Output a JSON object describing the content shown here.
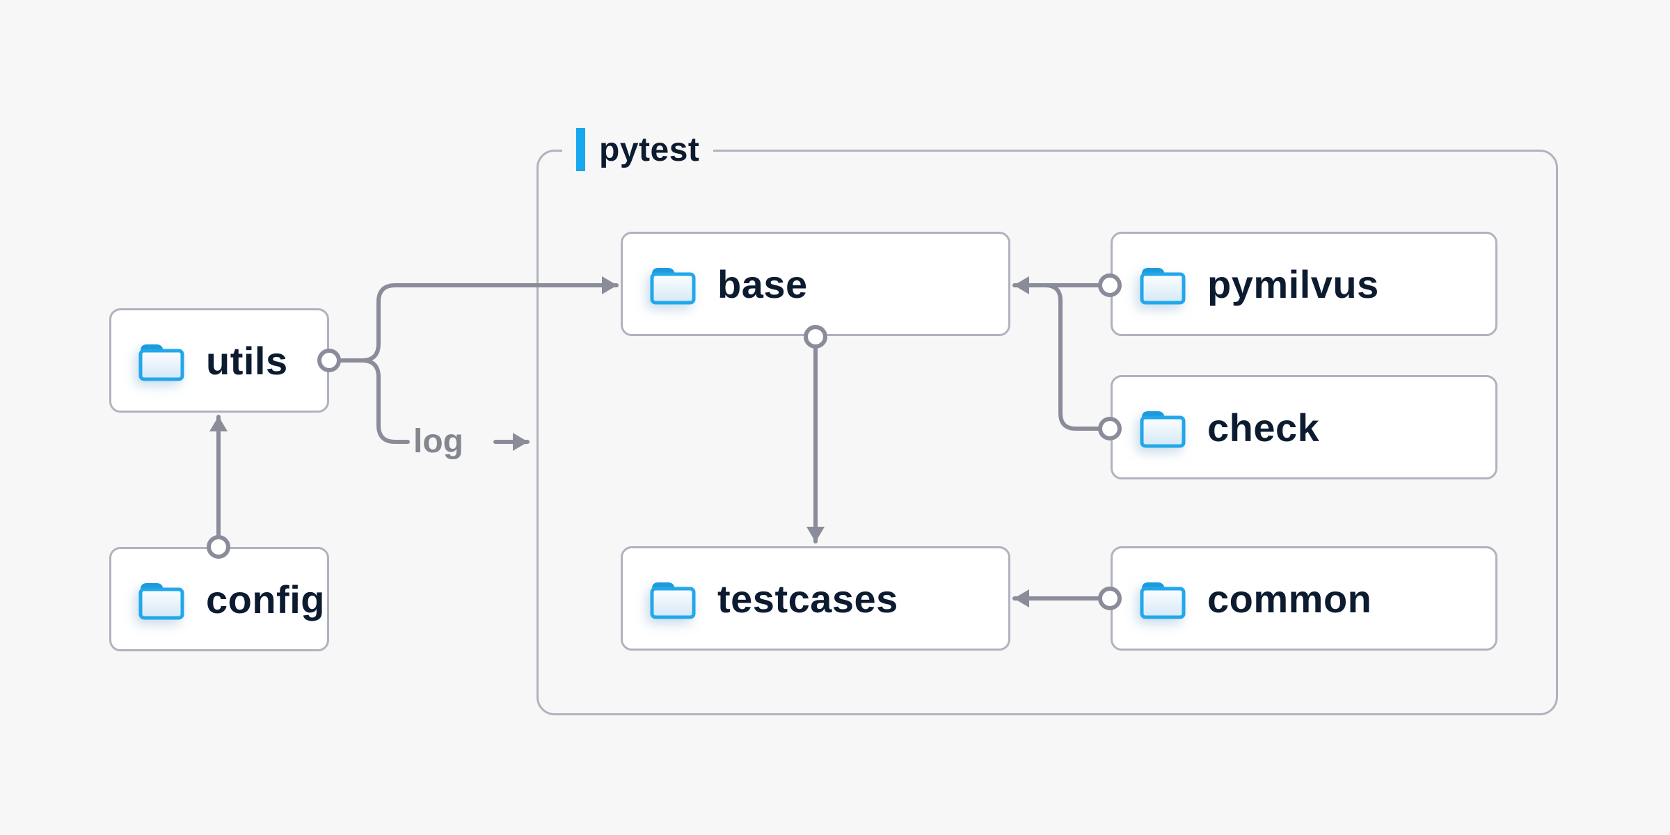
{
  "diagram": {
    "background_color": "#F7F7F8",
    "group": {
      "label": "pytest",
      "accent_color": "#16A7EF",
      "border_color": "#B1B2BF"
    },
    "nodes": [
      {
        "id": "utils",
        "label": "utils",
        "icon": "folder-icon",
        "inside_group": false
      },
      {
        "id": "config",
        "label": "config",
        "icon": "folder-icon",
        "inside_group": false
      },
      {
        "id": "base",
        "label": "base",
        "icon": "folder-icon",
        "inside_group": true
      },
      {
        "id": "pymilvus",
        "label": "pymilvus",
        "icon": "folder-icon",
        "inside_group": true
      },
      {
        "id": "check",
        "label": "check",
        "icon": "folder-icon",
        "inside_group": true
      },
      {
        "id": "testcases",
        "label": "testcases",
        "icon": "folder-icon",
        "inside_group": true
      },
      {
        "id": "common",
        "label": "common",
        "icon": "folder-icon",
        "inside_group": true
      }
    ],
    "edges": [
      {
        "from": "config",
        "to": "utils"
      },
      {
        "from": "utils",
        "to": "base"
      },
      {
        "from": "utils",
        "to": "pytest-group",
        "label": "log"
      },
      {
        "from": "pymilvus",
        "to": "base"
      },
      {
        "from": "check",
        "to": "base"
      },
      {
        "from": "base",
        "to": "testcases"
      },
      {
        "from": "common",
        "to": "testcases"
      }
    ],
    "edge_labels": {
      "log": "log"
    },
    "colors": {
      "node_text": "#0D1B31",
      "node_background": "#FFFFFF",
      "node_border": "#B1B2BF",
      "edge": "#8A8C99",
      "edge_label_text": "#84868F",
      "folder_stroke_blue": "#22A7EA",
      "folder_tab_blue": "#1C9ADB",
      "folder_fill_light": "#D3E8F7"
    }
  }
}
